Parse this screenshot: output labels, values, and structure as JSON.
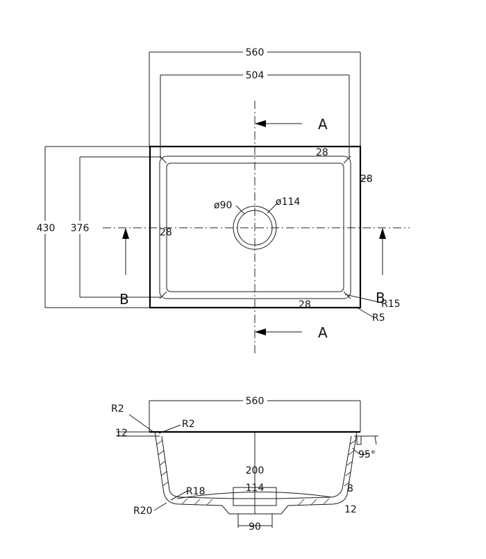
{
  "plan": {
    "dims": {
      "outer_width": "560",
      "inner_width": "504",
      "outer_height": "430",
      "inner_height": "376",
      "rim_top": "28",
      "rim_right": "28",
      "rim_left": "28",
      "rim_bottom": "28",
      "drain_inner": "ø90",
      "drain_outer": "ø114",
      "radius_inner": "R15",
      "radius_outer": "R5"
    },
    "section_marks": {
      "a_top": "A",
      "a_bottom": "A",
      "b_left": "B",
      "b_right": "B"
    }
  },
  "section": {
    "dims": {
      "width": "560",
      "depth": "200",
      "drain_width": "114",
      "drain_outlet": "90",
      "flange": "12",
      "base": "12",
      "wall": "8",
      "angle": "95°",
      "r2_outer": "R2",
      "r2_inner": "R2",
      "r18": "R18",
      "r20": "R20"
    }
  }
}
